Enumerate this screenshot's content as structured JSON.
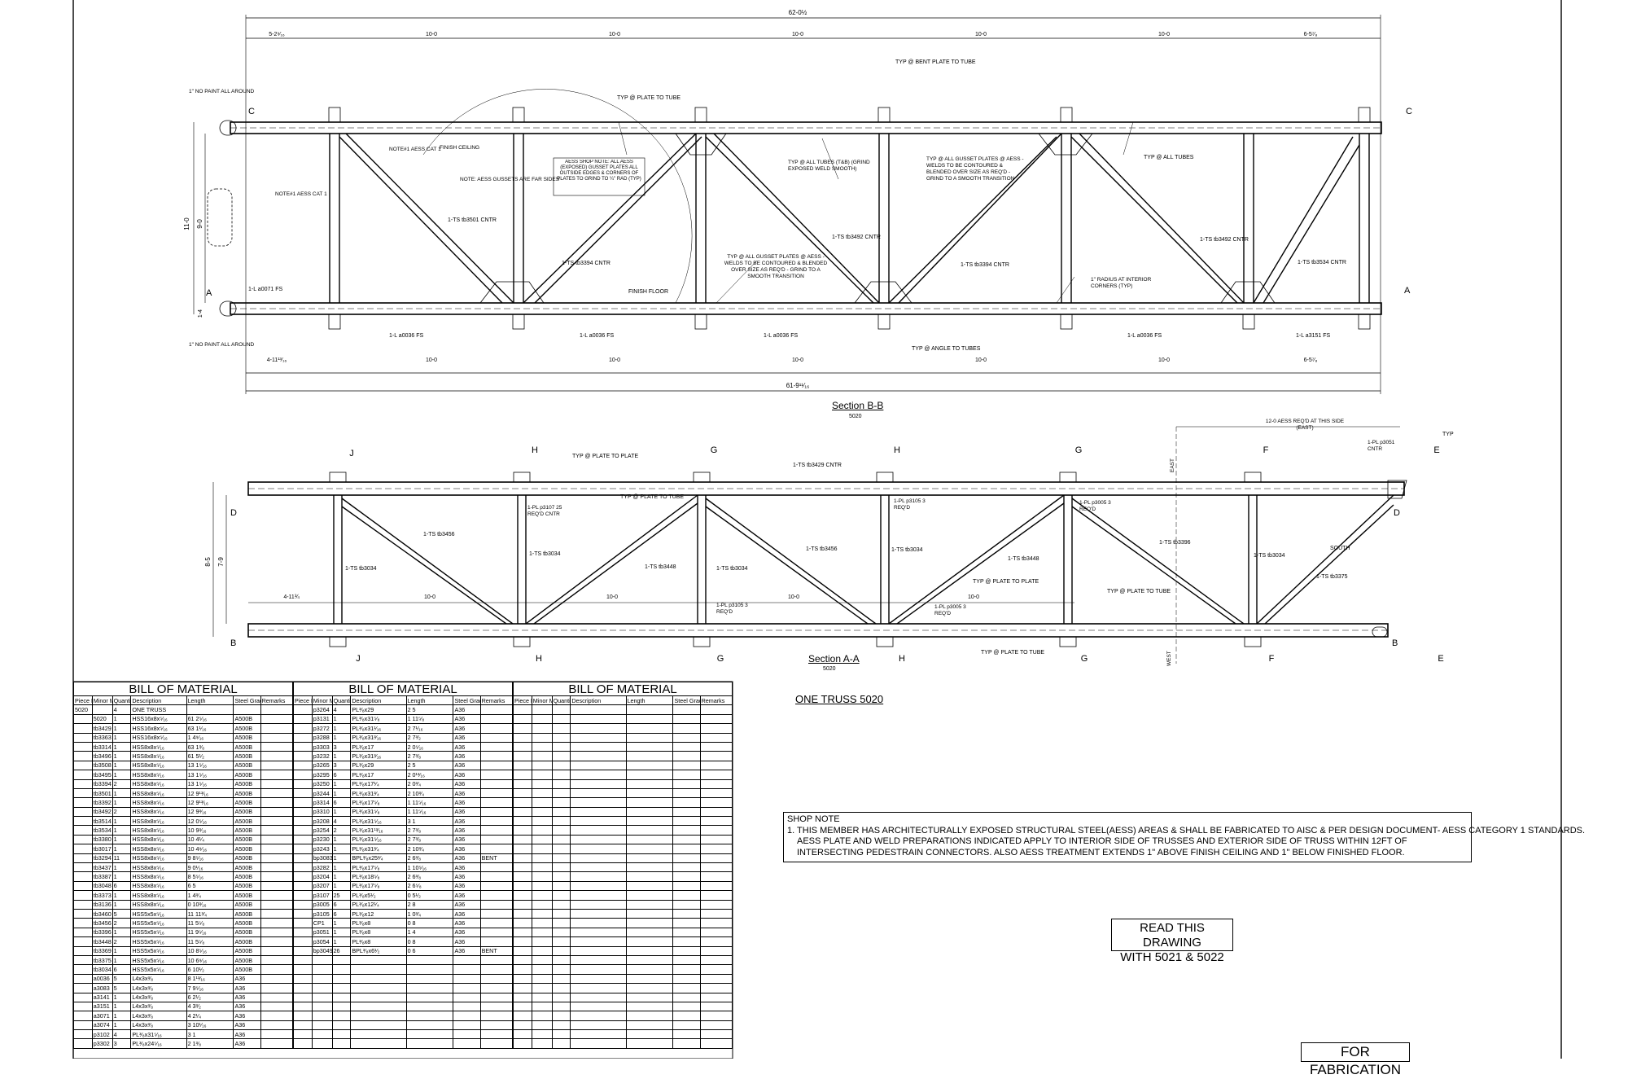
{
  "section_bb": {
    "title": "Section B-B",
    "sheet": "5020",
    "overall_top": "62-0½",
    "overall_bottom": "61-9¹¹⁄₁₆",
    "top_dims": [
      "5-2⁹⁄₁₆",
      "10-0",
      "10-0",
      "10-0",
      "10-0",
      "10-0",
      "6-5⁷⁄₈"
    ],
    "bottom_dims": [
      "4-11¹³⁄₁₆",
      "10-0",
      "10-0",
      "10-0",
      "10-0",
      "10-0",
      "6-5⁷⁄₈"
    ],
    "height_dims": [
      "11-0",
      "9-0",
      "1-4"
    ],
    "sec_markers": [
      "A",
      "A",
      "C",
      "C"
    ],
    "notes": [
      "1\" NO PAINT ALL AROUND",
      "NOTE#1 AESS CAT 1",
      "NOTE: AESS GUSSETS ARE FAR SIDES",
      "FINISH CEILING",
      "AESS SHOP NOTE: ALL AESS (EXPOSED) GUSSET PLATES ALL OUTSIDE EDGES & CORNERS OF PLATES TO GRIND TO ¼\" RAD (TYP)",
      "TYP @ PLATE TO TUBE",
      "TYP @ BENT PLATE TO TUBE",
      "TYP @ ALL TUBES (T&B) (GRIND EXPOSED WELD SMOOTH)",
      "TYP @ ALL GUSSET PLATES @ AESS - WELDS TO BE CONTOURED & BLENDED OVER SIZE AS REQ'D - GRIND TO A SMOOTH TRANSITION",
      "TYP @ ALL TUBES",
      "FINISH FLOOR",
      "1\" RADIUS AT INTERIOR CORNERS (TYP)",
      "TYP @ ANGLE TO TUBES",
      "1-L a0071 FS",
      "1-L a0036 FS",
      "1-L a3151 FS",
      "1-TS tb3501 CNTR",
      "1-TS tb3394 CNTR",
      "1-TS tb3492 CNTR",
      "1-TS tb3534 CNTR"
    ]
  },
  "section_aa": {
    "title": "Section A-A",
    "sheet": "5020",
    "grid_top": [
      "J",
      "H",
      "G",
      "H",
      "G",
      "F",
      "E"
    ],
    "grid_bottom": [
      "J",
      "H",
      "G",
      "H",
      "G",
      "F",
      "E"
    ],
    "height_dims": [
      "8-5",
      "7-9"
    ],
    "dims": [
      "4-11¾",
      "10-0",
      "10-0",
      "10-0",
      "10-0"
    ],
    "sec_markers": [
      "D",
      "D",
      "B",
      "B"
    ],
    "notes": [
      "12-0 AESS REQ'D AT THIS SIDE (EAST)",
      "TYP @ PLATE TO TUBE",
      "TYP @ PLATE TO PLATE",
      "1-TS tb3429 CNTR",
      "1-TS tb3456",
      "1-TS tb3034",
      "1-TS tb3448",
      "1-TS tb3396",
      "1-TS tb3375",
      "1-PL p3107 25 REQ'D CNTR",
      "1-PL p3105 3 REQ'D",
      "1-PL p3005 3 REQ'D",
      "1-PL p3051 CNTR",
      "EAST",
      "WEST",
      "SOUTH",
      "TYP"
    ]
  },
  "bom": {
    "title": "BILL OF MATERIAL",
    "headers": [
      "Piece Mark",
      "Minor Mark",
      "Quantity Total",
      "Description",
      "Length",
      "Steel Grade",
      "Remarks"
    ],
    "table1": [
      [
        "5020",
        "",
        "4",
        "ONE TRUSS",
        "",
        "",
        ""
      ],
      [
        "",
        "5020",
        "1",
        "HSS16x8x⁵⁄₁₆",
        "61  2⁵⁄₁₆",
        "A500B",
        ""
      ],
      [
        "",
        "tb3429",
        "1",
        "HSS16x8x⁵⁄₁₆",
        "63  1¹⁄₁₆",
        "A500B",
        ""
      ],
      [
        "",
        "tb3363",
        "1",
        "HSS16x8x⁵⁄₁₆",
        "1  4⁹⁄₁₆",
        "A500B",
        ""
      ],
      [
        "",
        "tb3314",
        "1",
        "HSS8x8x⁵⁄₁₆",
        "63  1³⁄₈",
        "A500B",
        ""
      ],
      [
        "",
        "tb3496",
        "1",
        "HSS8x8x⁵⁄₁₆",
        "61  5¹⁄₂",
        "A500B",
        ""
      ],
      [
        "",
        "tb3508",
        "1",
        "HSS8x8x⁵⁄₁₆",
        "13  1⁵⁄₁₆",
        "A500B",
        ""
      ],
      [
        "",
        "tb3495",
        "1",
        "HSS8x8x⁵⁄₁₆",
        "13  1⁵⁄₁₆",
        "A500B",
        ""
      ],
      [
        "",
        "tb3394",
        "2",
        "HSS8x8x⁵⁄₁₆",
        "13  1⁵⁄₁₆",
        "A500B",
        ""
      ],
      [
        "",
        "tb3501",
        "1",
        "HSS8x8x⁵⁄₁₆",
        "12  9¹³⁄₁₆",
        "A500B",
        ""
      ],
      [
        "",
        "tb3392",
        "1",
        "HSS8x8x⁵⁄₁₆",
        "12  9¹³⁄₁₆",
        "A500B",
        ""
      ],
      [
        "",
        "tb3492",
        "2",
        "HSS8x8x⁵⁄₁₆",
        "12  9³⁄₁₆",
        "A500B",
        ""
      ],
      [
        "",
        "tb3514",
        "1",
        "HSS8x8x⁵⁄₁₆",
        "12  0⁵⁄₁₆",
        "A500B",
        ""
      ],
      [
        "",
        "tb3534",
        "1",
        "HSS8x8x⁵⁄₁₆",
        "10  9³⁄₁₆",
        "A500B",
        ""
      ],
      [
        "",
        "tb3380",
        "1",
        "HSS8x8x⁵⁄₁₆",
        "10  4¹⁄₄",
        "A500B",
        ""
      ],
      [
        "",
        "tb3017",
        "1",
        "HSS8x8x⁵⁄₁₆",
        "10  4⁹⁄₁₆",
        "A500B",
        ""
      ],
      [
        "",
        "tb3294",
        "11",
        "HSS8x8x⁵⁄₁₆",
        "9  8⁵⁄₁₆",
        "A500B",
        ""
      ],
      [
        "",
        "tb3437",
        "1",
        "HSS8x8x⁵⁄₁₆",
        "9  0¹⁄₁₆",
        "A500B",
        ""
      ],
      [
        "",
        "tb3387",
        "1",
        "HSS8x8x⁵⁄₁₆",
        "8  5⁵⁄₁₆",
        "A500B",
        ""
      ],
      [
        "",
        "tb3048",
        "6",
        "HSS8x8x⁵⁄₁₆",
        "6  5",
        "A500B",
        ""
      ],
      [
        "",
        "tb3373",
        "1",
        "HSS8x8x⁵⁄₁₆",
        "1  4³⁄₄",
        "A500B",
        ""
      ],
      [
        "",
        "tb3136",
        "1",
        "HSS8x8x⁵⁄₁₆",
        "0  10³⁄₁₆",
        "A500B",
        ""
      ],
      [
        "",
        "tb3460",
        "5",
        "HSS5x5x⁵⁄₁₆",
        "11  11³⁄₄",
        "A500B",
        ""
      ],
      [
        "",
        "tb3456",
        "2",
        "HSS5x5x⁵⁄₁₆",
        "11  5⁵⁄₈",
        "A500B",
        ""
      ],
      [
        "",
        "tb3396",
        "1",
        "HSS5x5x⁵⁄₁₆",
        "11  9⁵⁄₁₆",
        "A500B",
        ""
      ],
      [
        "",
        "tb3448",
        "2",
        "HSS5x5x⁵⁄₁₆",
        "11  5⁵⁄₈",
        "A500B",
        ""
      ],
      [
        "",
        "tb3369",
        "1",
        "HSS5x5x⁵⁄₁₆",
        "10  8⁵⁄₁₆",
        "A500B",
        ""
      ],
      [
        "",
        "tb3375",
        "1",
        "HSS5x5x⁵⁄₁₆",
        "10  6⁹⁄₁₆",
        "A500B",
        ""
      ],
      [
        "",
        "tb3034",
        "6",
        "HSS5x5x⁵⁄₁₆",
        "6  10¹⁄₂",
        "A500B",
        ""
      ],
      [
        "",
        "a0036",
        "5",
        "L4x3x³⁄₈",
        "8  1¹³⁄₁₆",
        "A36",
        ""
      ],
      [
        "",
        "a3083",
        "5",
        "L4x3x³⁄₈",
        "7  9⁵⁄₁₆",
        "A36",
        ""
      ],
      [
        "",
        "a3141",
        "1",
        "L4x3x³⁄₈",
        "6  2¹⁄₂",
        "A36",
        ""
      ],
      [
        "",
        "a3151",
        "1",
        "L4x3x³⁄₈",
        "4  3³⁄₂",
        "A36",
        ""
      ],
      [
        "",
        "a3071",
        "1",
        "L4x3x³⁄₈",
        "4  2¹⁄₄",
        "A36",
        ""
      ],
      [
        "",
        "a3074",
        "1",
        "L4x3x³⁄₈",
        "3  10¹⁄₁₆",
        "A36",
        ""
      ],
      [
        "",
        "p3102",
        "4",
        "PL³⁄₈x31⁵⁄₁₆",
        "3  1",
        "A36",
        ""
      ],
      [
        "",
        "p3302",
        "3",
        "PL³⁄₈x24⁵⁄₁₆",
        "2  1³⁄₈",
        "A36",
        ""
      ]
    ],
    "table2": [
      [
        "",
        "p3264",
        "4",
        "PL³⁄₈x29",
        "2  5",
        "A36",
        ""
      ],
      [
        "",
        "p3131",
        "1",
        "PL³⁄₈x31⁵⁄₈",
        "1  11⁵⁄₈",
        "A36",
        ""
      ],
      [
        "",
        "p3272",
        "1",
        "PL³⁄₈x31¹⁄₁₆",
        "2  7¹⁄₁₆",
        "A36",
        ""
      ],
      [
        "",
        "p3288",
        "1",
        "PL³⁄₈x31³⁄₁₆",
        "2  7³⁄₂",
        "A36",
        ""
      ],
      [
        "",
        "p3303",
        "3",
        "PL³⁄₈x17",
        "2  0⁵⁄₁₆",
        "A36",
        ""
      ],
      [
        "",
        "p3232",
        "1",
        "PL³⁄₈x31³⁄₁₆",
        "2  7³⁄₈",
        "A36",
        ""
      ],
      [
        "",
        "p3265",
        "3",
        "PL³⁄₈x29",
        "2  5",
        "A36",
        ""
      ],
      [
        "",
        "p3295",
        "6",
        "PL³⁄₈x17",
        "2  0¹³⁄₁₆",
        "A36",
        ""
      ],
      [
        "",
        "p3250",
        "1",
        "PL³⁄₈x17¹⁄₄",
        "2  0³⁄₄",
        "A36",
        ""
      ],
      [
        "",
        "p3244",
        "1",
        "PL³⁄₈x31³⁄₄",
        "2  10³⁄₄",
        "A36",
        ""
      ],
      [
        "",
        "p3314",
        "6",
        "PL³⁄₈x17⁵⁄₈",
        "1  11⁵⁄₁₆",
        "A36",
        ""
      ],
      [
        "",
        "p3310",
        "1",
        "PL³⁄₈x31⁵⁄₈",
        "1  11⁵⁄₁₆",
        "A36",
        ""
      ],
      [
        "",
        "p3208",
        "4",
        "PL³⁄₈x31⁵⁄₁₆",
        "3  1",
        "A36",
        ""
      ],
      [
        "",
        "p3254",
        "2",
        "PL³⁄₈x31¹³⁄₁₆",
        "2  7³⁄₈",
        "A36",
        ""
      ],
      [
        "",
        "p3230",
        "1",
        "PL³⁄₈x31⁵⁄₁₆",
        "2  7³⁄₈",
        "A36",
        ""
      ],
      [
        "",
        "p3243",
        "1",
        "PL³⁄₈x31³⁄₄",
        "2  10³⁄₄",
        "A36",
        ""
      ],
      [
        "",
        "bp3083",
        "1",
        "BPL³⁄₈x25³⁄₄",
        "2  6³⁄₈",
        "A36",
        "BENT"
      ],
      [
        "",
        "p3282",
        "1",
        "PL³⁄₈x17⁵⁄₈",
        "1  10⁵⁄₁₆",
        "A36",
        ""
      ],
      [
        "",
        "p3204",
        "1",
        "PL³⁄₈x18⁵⁄₈",
        "2  6³⁄₈",
        "A36",
        ""
      ],
      [
        "",
        "p3207",
        "1",
        "PL³⁄₈x17⁵⁄₈",
        "2  6⁵⁄₈",
        "A36",
        ""
      ],
      [
        "",
        "p3107",
        "25",
        "PL³⁄₈x5¹⁄₂",
        "0  5¹⁄₂",
        "A36",
        ""
      ],
      [
        "",
        "p3005",
        "6",
        "PL³⁄₈x12¹⁄₄",
        "2  8",
        "A36",
        ""
      ],
      [
        "",
        "p3105",
        "6",
        "PL³⁄₈x12",
        "1  0³⁄₄",
        "A36",
        ""
      ],
      [
        "",
        "CP1",
        "1",
        "PL³⁄₈x8",
        "0  8",
        "A36",
        ""
      ],
      [
        "",
        "p3051",
        "1",
        "PL³⁄₈x8",
        "1  4",
        "A36",
        ""
      ],
      [
        "",
        "p3054",
        "1",
        "PL³⁄₈x8",
        "0  8",
        "A36",
        ""
      ],
      [
        "",
        "bp3049",
        "26",
        "BPL³⁄₈x6¹⁄₂",
        "0  6",
        "A36",
        "BENT"
      ]
    ],
    "table3": []
  },
  "one_truss": "ONE TRUSS 5020",
  "shop_note": {
    "title": "SHOP NOTE",
    "lines": [
      "1. THIS MEMBER HAS ARCHITECTURALLY EXPOSED STRUCTURAL STEEL(AESS) AREAS & SHALL BE FABRICATED TO AISC & PER DESIGN DOCUMENT- AESS CATEGORY 1 STANDARDS.",
      "AESS PLATE AND WELD PREPARATIONS INDICATED APPLY TO INTERIOR SIDE OF TRUSSES AND EXTERIOR SIDE OF TRUSS WITHIN 12FT OF",
      "INTERSECTING PEDESTRAIN CONNECTORS. ALSO AESS TREATMENT EXTENDS 1\" ABOVE FINISH CEILING AND 1\" BELOW FINISHED FLOOR."
    ]
  },
  "read_this": [
    "READ THIS DRAWING",
    "WITH 5021 & 5022"
  ],
  "for_fabrication": "FOR FABRICATION"
}
